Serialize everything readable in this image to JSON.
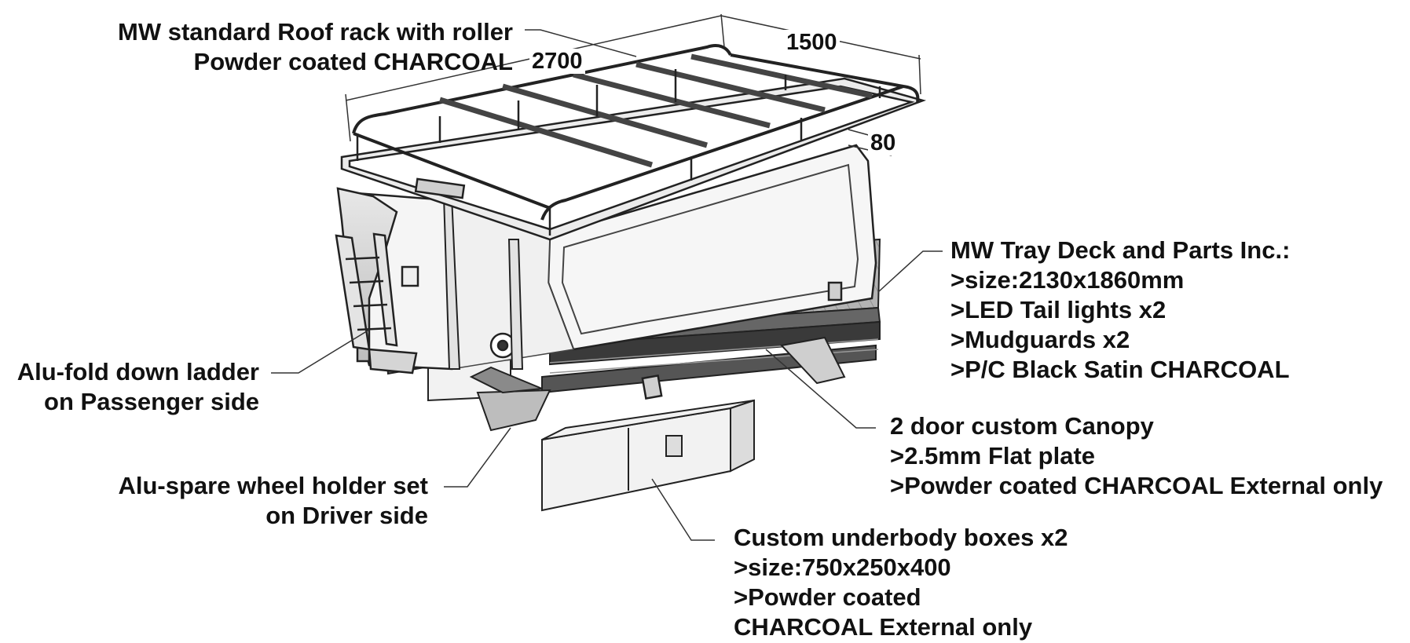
{
  "dimensions": {
    "length": "2700",
    "width": "1500",
    "rack_height": "80"
  },
  "callouts": {
    "roof_rack": {
      "lines": [
        "MW standard Roof rack with roller",
        "Powder coated CHARCOAL"
      ]
    },
    "tray_deck": {
      "lines": [
        "MW Tray Deck and Parts Inc.:",
        ">size:2130x1860mm",
        ">LED Tail lights x2",
        ">Mudguards x2",
        ">P/C Black Satin CHARCOAL"
      ]
    },
    "ladder": {
      "lines": [
        "Alu-fold down ladder",
        "on Passenger side"
      ]
    },
    "canopy": {
      "lines": [
        "2 door custom Canopy",
        ">2.5mm Flat plate",
        ">Powder coated CHARCOAL External only"
      ]
    },
    "spare_wheel": {
      "lines": [
        "Alu-spare wheel holder set",
        "on Driver side"
      ]
    },
    "underbody": {
      "lines": [
        "Custom underbody boxes x2",
        ">size:750x250x400",
        ">Powder coated",
        "CHARCOAL External only"
      ]
    }
  },
  "colors": {
    "text": "#111111",
    "line": "#222222",
    "deck_fill": "#b8b8b8",
    "frame_fill": "#e6e6e6",
    "glass_fill": "#f4f4f4"
  }
}
